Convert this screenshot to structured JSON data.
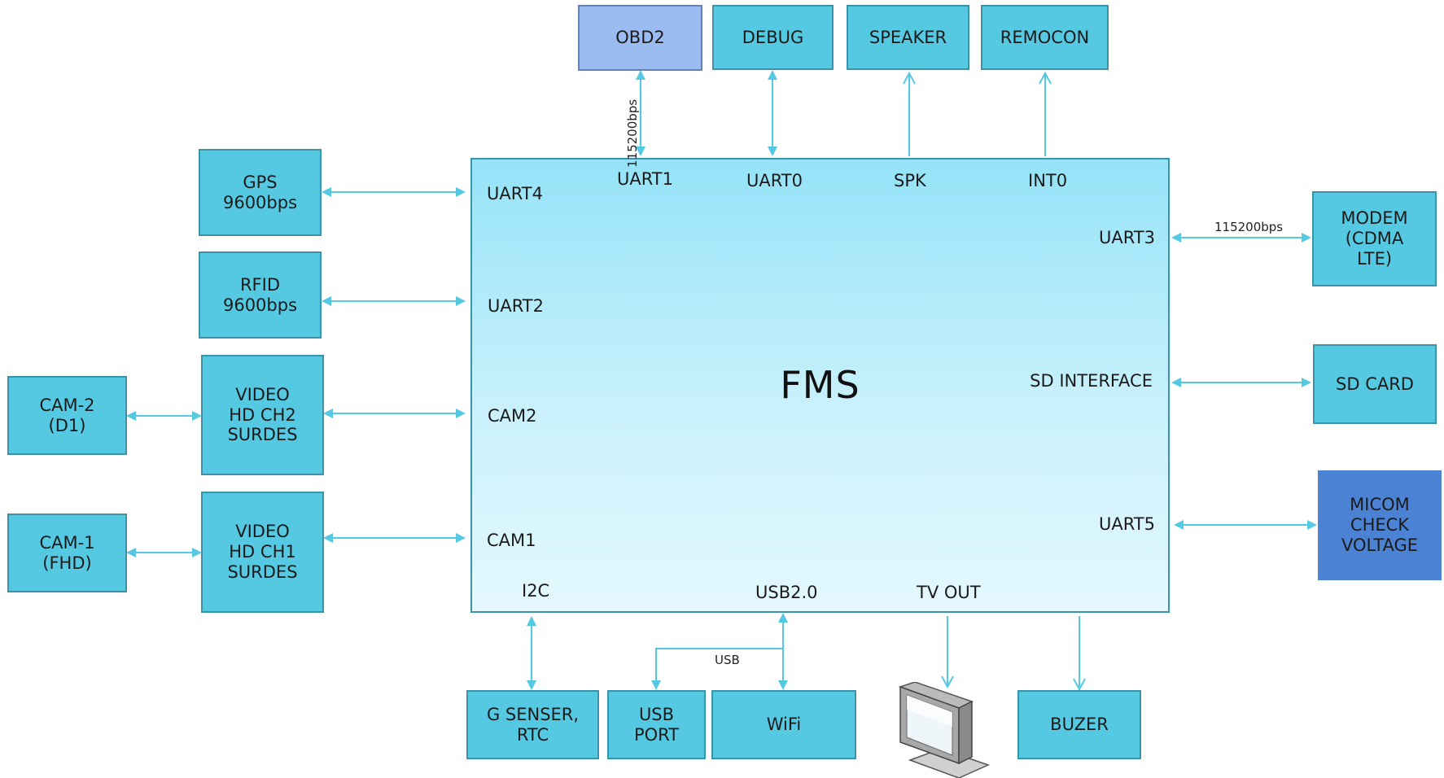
{
  "diagram": {
    "center": {
      "title": "FMS",
      "ports": {
        "uart4": "UART4",
        "uart1": "UART1",
        "uart0": "UART0",
        "spk": "SPK",
        "int0": "INT0",
        "uart3": "UART3",
        "uart2": "UART2",
        "sd_interface": "SD INTERFACE",
        "cam2": "CAM2",
        "cam1": "CAM1",
        "uart5": "UART5",
        "i2c": "I2C",
        "usb20": "USB2.0",
        "tv_out": "TV OUT"
      }
    },
    "blocks": {
      "obd2": "OBD2",
      "debug": "DEBUG",
      "speaker": "SPEAKER",
      "remocon": "REMOCON",
      "gps": "GPS\n9600bps",
      "rfid": "RFID\n9600bps",
      "cam2": "CAM-2\n(D1)",
      "video_ch2": "VIDEO\nHD CH2\nSURDES",
      "cam1": "CAM-1\n(FHD)",
      "video_ch1": "VIDEO\nHD CH1\nSURDES",
      "modem": "MODEM\n(CDMA\nLTE)",
      "sd_card": "SD CARD",
      "micom": "MICOM\nCHECK\nVOLTAGE",
      "g_senser": "G SENSER,\nRTC",
      "usb_port": "USB\nPORT",
      "wifi": "WiFi",
      "buzer": "BUZER"
    },
    "link_labels": {
      "obd_baud": "115200bps",
      "modem_baud": "115200bps",
      "usb": "USB"
    },
    "icons": [
      "monitor-icon"
    ],
    "colors": {
      "block_fill": "#55c8e2",
      "block_border": "#3a93a8",
      "obd_fill": "#9bbcf0",
      "micom_fill": "#4b82d3",
      "connector": "#55c8e2",
      "fms_top": "#95e3f8",
      "fms_bottom": "#e4f8fe"
    }
  }
}
